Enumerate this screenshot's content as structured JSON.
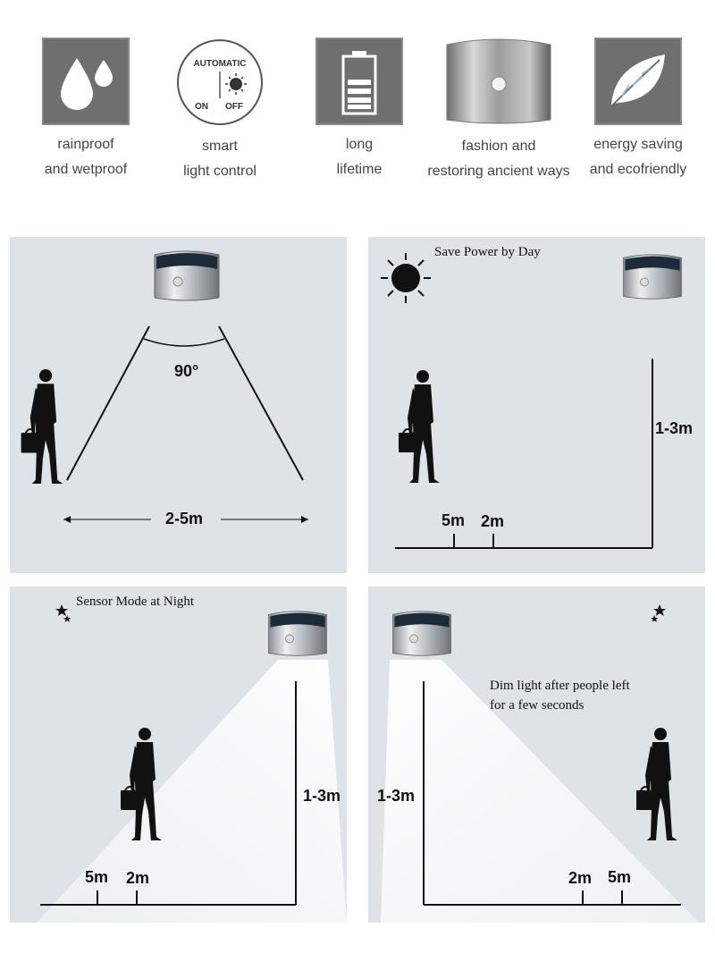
{
  "features": [
    {
      "icon": "raindrops-icon",
      "line1": "rainproof",
      "line2": "and wetproof"
    },
    {
      "icon": "auto-light-dial-icon",
      "line1": "smart",
      "line2": "light control",
      "dial": {
        "top": "AUTOMATIC",
        "on": "ON",
        "off": "OFF"
      }
    },
    {
      "icon": "battery-icon",
      "line1": "long",
      "line2": "lifetime"
    },
    {
      "icon": "lamp-product-icon",
      "line1": "fashion and",
      "line2": "restoring ancient ways"
    },
    {
      "icon": "leaf-icon",
      "line1": "energy saving",
      "line2": "and ecofriendly"
    }
  ],
  "panels": {
    "angle": {
      "angle_label": "90°",
      "distance_label": "2-5m"
    },
    "day": {
      "title": "Save Power by Day",
      "height_label": "1-3m",
      "mark1": "5m",
      "mark2": "2m"
    },
    "night": {
      "title": "Sensor Mode at Night",
      "height_label": "1-3m",
      "mark1": "5m",
      "mark2": "2m"
    },
    "dim": {
      "line1": "Dim light after people left",
      "line2": "for a few seconds",
      "height_label": "1-3m",
      "mark1": "2m",
      "mark2": "5m"
    }
  },
  "colors": {
    "panel_bg": "#dde3e6",
    "icon_gray": "#6f6f6f",
    "beam": "#ffffff",
    "silhouette": "#111111"
  }
}
